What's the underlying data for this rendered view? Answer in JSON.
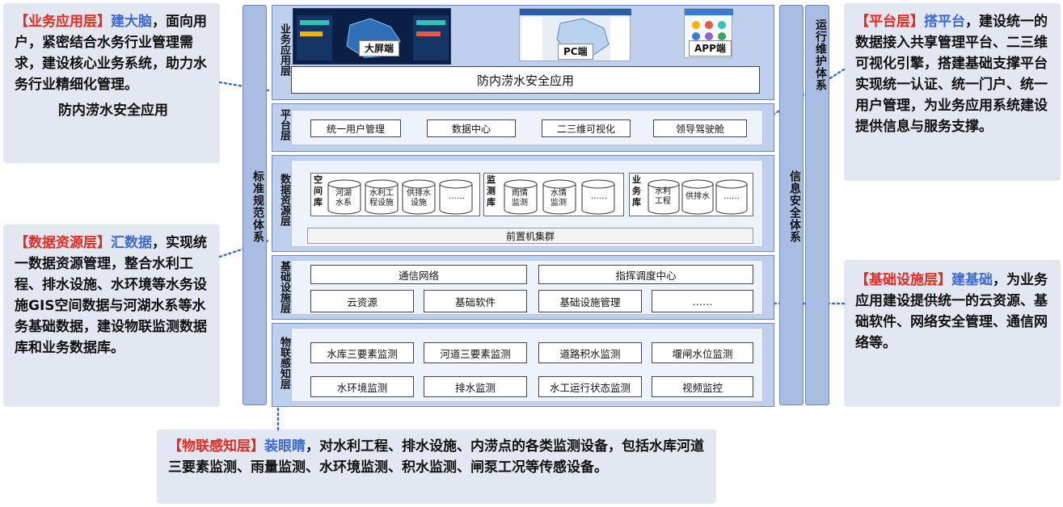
{
  "left_callouts": {
    "app": {
      "tag": "【业务应用层】",
      "headline": "建大脑",
      "body": "，面向用户，紧密结合水务行业管理需求，建设核心业务系统，助力水务行业精细化管理。",
      "footer": "防内涝水安全应用"
    },
    "data": {
      "tag": "【数据资源层】",
      "headline": "汇数据",
      "body": "，实现统一数据资源管理，整合水利工程、排水设施、水环境等水务设施GIS空间数据与河湖水系等水务基础数据，建设物联监测数据库和业务数据库。"
    }
  },
  "right_callouts": {
    "platform": {
      "tag": "【平台层】",
      "headline": "搭平台",
      "body": "，建设统一的数据接入共享管理平台、二三维可视化引擎，搭建基础支撑平台实现统一认证、统一门户、统一用户管理，为业务应用系统建设提供信息与服务支撑。"
    },
    "infra": {
      "tag": "【基础设施层】",
      "headline": "建基础",
      "body": "，为业务应用建设提供统一的云资源、基础软件、网络安全管理、通信网络等。"
    }
  },
  "bottom_callout": {
    "tag": "【物联感知层】",
    "headline": "装眼睛",
    "body": "，对水利工程、排水设施、内涝点的各类监测设备，包括水库河道三要素监测、雨量监测、水环境监测、积水监测、闸泵工况等传感设备。"
  },
  "side_columns": {
    "left": "标准规范体系",
    "right1": "信息安全体系",
    "right2": "运行维护体系"
  },
  "layers": {
    "app": {
      "label": "业务应用层",
      "screens": [
        "大屏端",
        "PC端",
        "APP端"
      ],
      "app_bar": "防内涝水安全应用"
    },
    "platform": {
      "label": "平台层",
      "items": [
        "统一用户管理",
        "数据中心",
        "二三维可视化",
        "领导驾驶舱"
      ]
    },
    "data": {
      "label": "数据资源层",
      "groups": [
        {
          "name": "空间库",
          "dbs": [
            "河湖水系",
            "水利工程设施",
            "供排水设施",
            "……"
          ]
        },
        {
          "name": "监测库",
          "dbs": [
            "雨情监测",
            "水情监测",
            "……"
          ]
        },
        {
          "name": "业务库",
          "dbs": [
            "水利工程",
            "供排水",
            "……"
          ]
        }
      ],
      "cluster": "前置机集群"
    },
    "infra": {
      "label": "基础设施层",
      "row1": [
        "通信网络",
        "指挥调度中心"
      ],
      "row2": [
        "云资源",
        "基础软件",
        "基础设施管理",
        "……"
      ]
    },
    "iot": {
      "label": "物联感知层",
      "row1": [
        "水库三要素监测",
        "河道三要素监测",
        "道路积水监测",
        "堰闸水位监测"
      ],
      "row2": [
        "水环境监测",
        "排水监测",
        "水工运行状态监测",
        "视频监控"
      ]
    }
  },
  "colors": {
    "tag_red": "#e8281e",
    "headline_blue": "#3c6ad0",
    "dotted_line": "#3f6fc4"
  }
}
